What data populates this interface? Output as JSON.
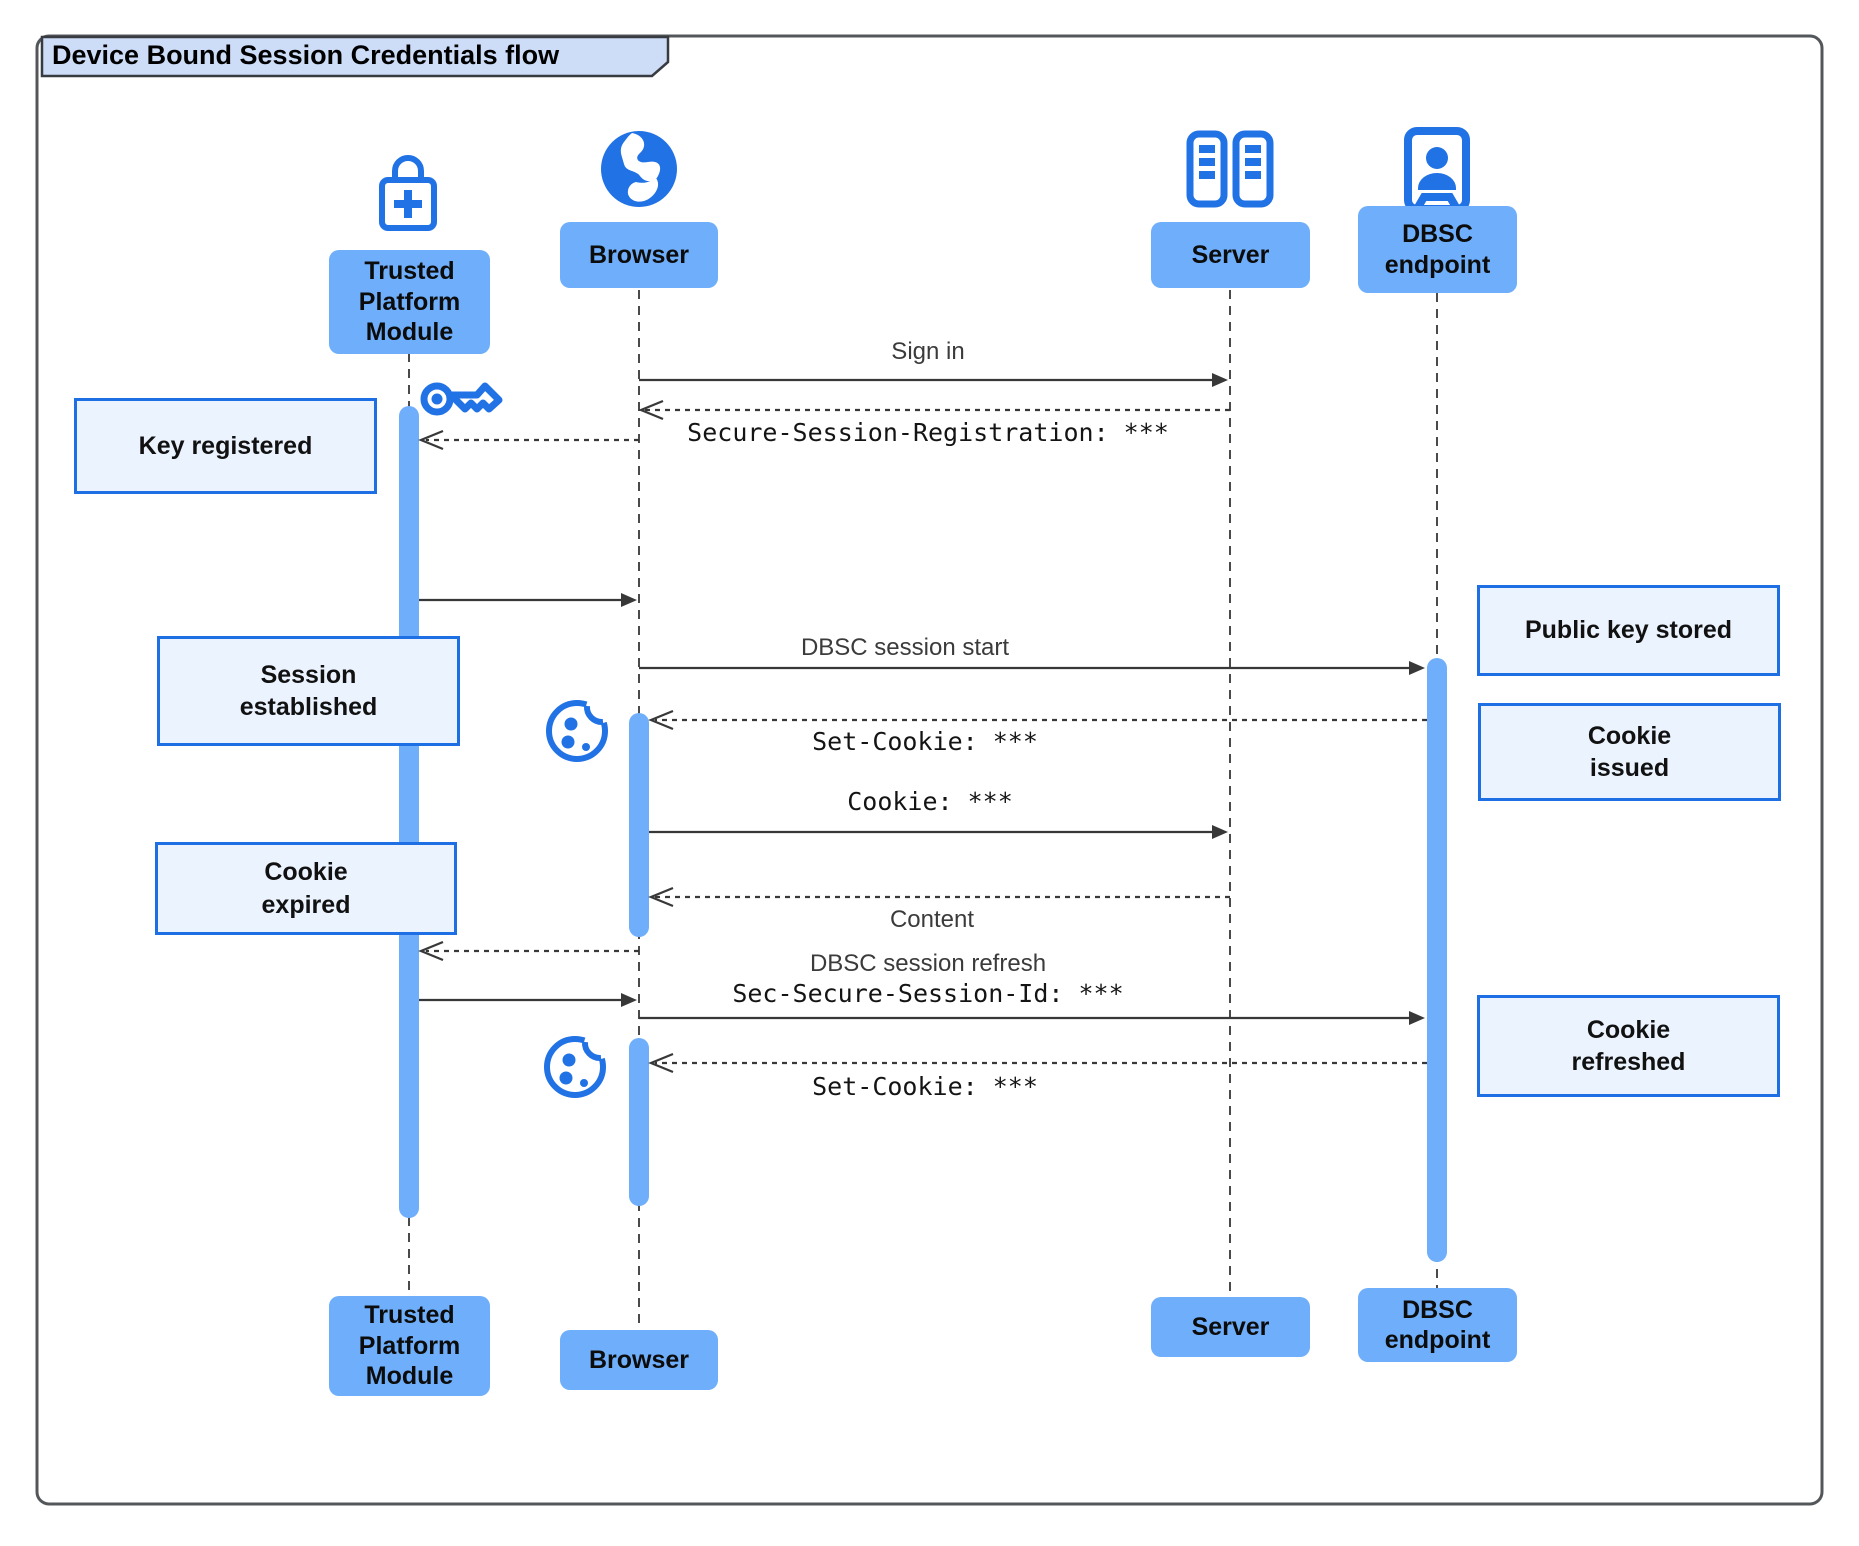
{
  "title": "Device Bound Session Credentials flow",
  "diagram_type": "sequence-diagram",
  "actors": {
    "tpm": {
      "label": "Trusted Platform Module",
      "icon": "lock-plus-icon"
    },
    "browser": {
      "label": "Browser",
      "icon": "globe-icon"
    },
    "server": {
      "label": "Server",
      "icon": "server-racks-icon"
    },
    "dbsc": {
      "label": "DBSC endpoint",
      "icon": "person-badge-icon"
    }
  },
  "messages": {
    "sign_in": "Sign in",
    "secure_session_registration": "Secure-Session-Registration: ***",
    "dbsc_session_start": "DBSC session start",
    "set_cookie_first": "Set-Cookie: ***",
    "cookie": "Cookie: ***",
    "content": "Content",
    "dbsc_session_refresh": "DBSC session refresh",
    "sec_secure_session_id": "Sec-Secure-Session-Id: ***",
    "set_cookie_refresh": "Set-Cookie: ***"
  },
  "notes": {
    "key_registered": "Key registered",
    "session_established": "Session established",
    "cookie_expired": "Cookie expired",
    "public_key_stored": "Public key stored",
    "cookie_issued": "Cookie issued",
    "cookie_refreshed": "Cookie refreshed"
  },
  "decorative_icons": [
    "key-icon",
    "cookie-icon",
    "cookie-icon"
  ],
  "colors": {
    "accent_blue": "#2172E5",
    "actor_fill": "#6EAEFA",
    "activation_fill": "#6EAEFA",
    "note_fill": "#EBF3FE",
    "note_border": "#1D6FE3",
    "line": "#383838",
    "lifeline": "#4a4a4a",
    "title_tab_fill": "#CDDDF8",
    "outer_border": "#53575A"
  }
}
